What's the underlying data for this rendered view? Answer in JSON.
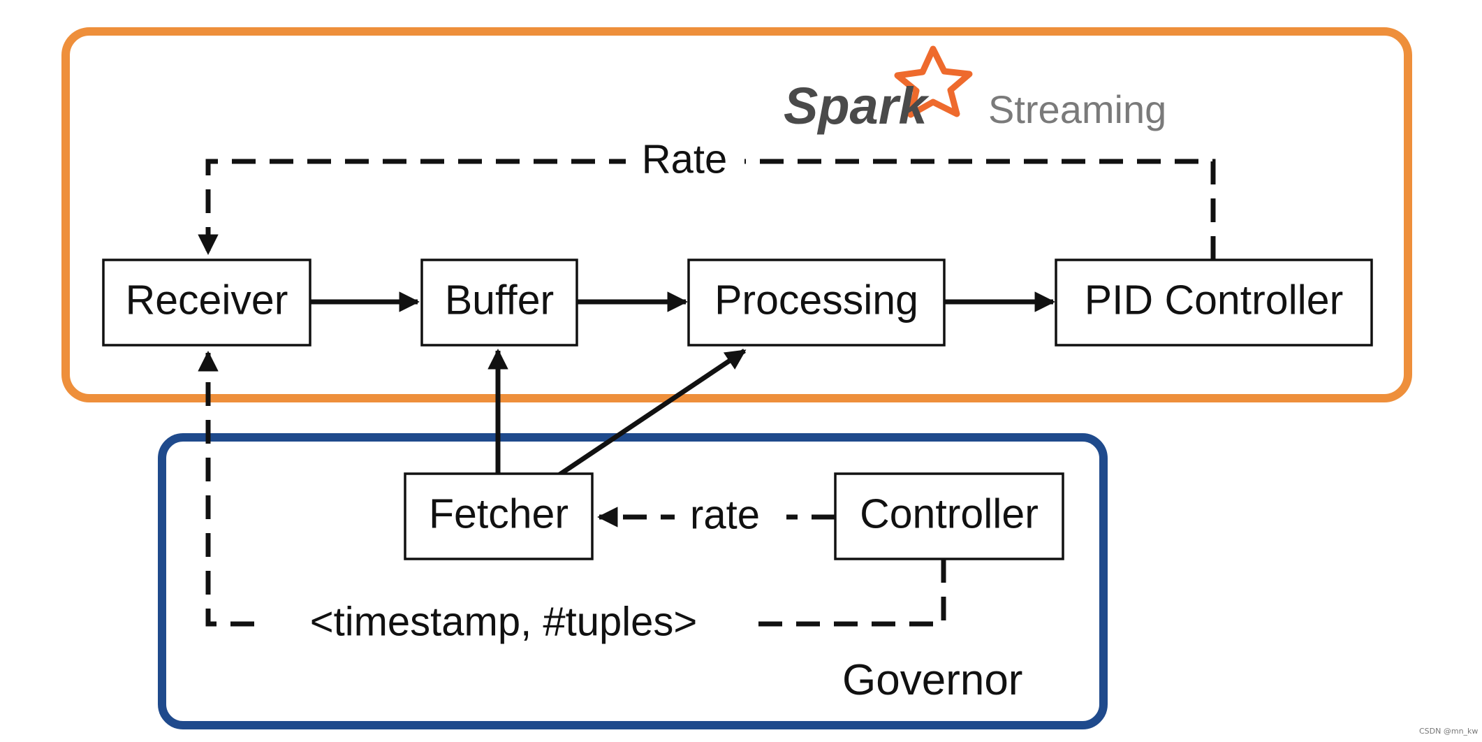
{
  "colors": {
    "spark_border": "#EE8F3B",
    "governor_border": "#1F4A8C",
    "ink": "#111111",
    "logo_star": "#EE6A2D",
    "logo_text": "#4A4A4A",
    "logo_subtext": "#7A7A7A"
  },
  "logo": {
    "word": "Spark",
    "subtitle": "Streaming",
    "icon": "star-icon"
  },
  "groups": {
    "governor_title": "Governor"
  },
  "nodes": {
    "receiver": "Receiver",
    "buffer": "Buffer",
    "processing": "Processing",
    "pid_controller": "PID Controller",
    "fetcher": "Fetcher",
    "controller": "Controller"
  },
  "edge_labels": {
    "rate_top": "Rate",
    "rate_bottom": "rate",
    "timestamp_tuples": "<timestamp, #tuples>"
  },
  "edges": [
    {
      "from": "Receiver",
      "to": "Buffer",
      "style": "solid"
    },
    {
      "from": "Buffer",
      "to": "Processing",
      "style": "solid"
    },
    {
      "from": "Processing",
      "to": "PID Controller",
      "style": "solid"
    },
    {
      "from": "PID Controller",
      "to": "Receiver",
      "style": "dashed",
      "label": "Rate"
    },
    {
      "from": "Fetcher",
      "to": "Buffer",
      "style": "solid"
    },
    {
      "from": "Fetcher",
      "to": "Processing",
      "style": "solid"
    },
    {
      "from": "Controller",
      "to": "Fetcher",
      "style": "dashed",
      "label": "rate"
    },
    {
      "from": "Controller",
      "to": "Receiver",
      "style": "dashed",
      "label": "<timestamp, #tuples>"
    }
  ],
  "watermark": "CSDN @mn_kw"
}
